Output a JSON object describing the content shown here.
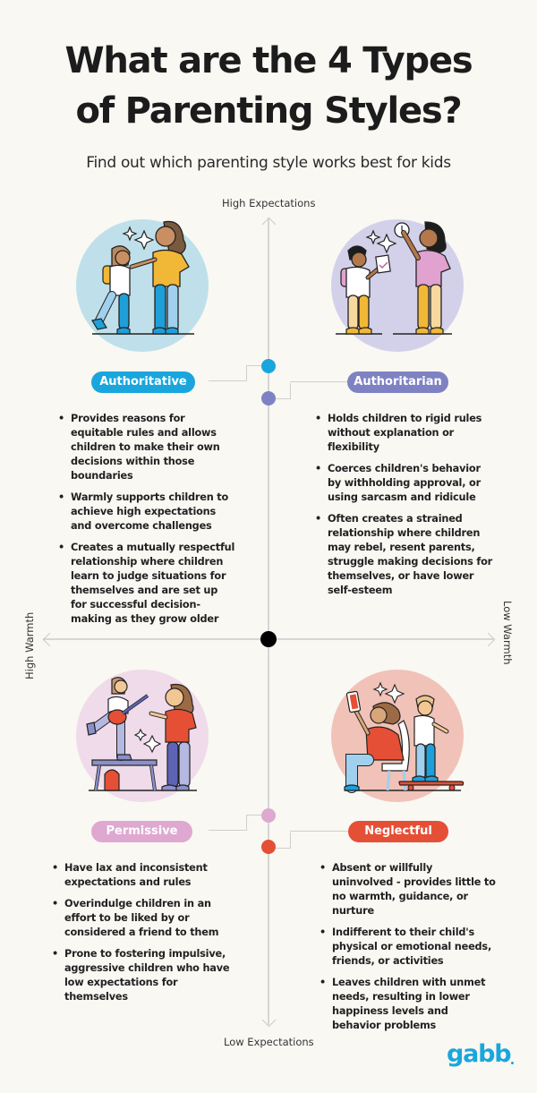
{
  "header": {
    "title_line1": "What are the 4 Types",
    "title_line2": "of Parenting Styles?",
    "subtitle": "Find out which parenting style works best for kids"
  },
  "axes": {
    "top": "High Expectations",
    "bottom": "Low Expectations",
    "left": "High  Warmth",
    "right": "Low  Warmth"
  },
  "colors": {
    "background": "#f9f8f3",
    "authoritative": "#1aa6dd",
    "authoritarian": "#7f82c2",
    "permissive": "#dfa8d0",
    "neglectful": "#e54f35",
    "authoritative_circle": "#bfe0ea",
    "authoritarian_circle": "#d3d1ea",
    "permissive_circle": "#efdbea",
    "neglectful_circle": "#f1c2b8",
    "brand": "#1aa6dd"
  },
  "styles": [
    {
      "name": "Authoritative",
      "illustration": "parent-hugging-child-icon",
      "points": [
        "Provides reasons for equitable rules and allows children to make their own decisions within those boundaries",
        "Warmly supports children to achieve high expectations and overcome challenges",
        "Creates a mutually respectful relationship where children learn to judge situations for themselves and are set up for successful decision-making as they grow older"
      ]
    },
    {
      "name": "Authoritarian",
      "illustration": "parent-holding-clock-icon",
      "points": [
        "Holds children to rigid rules without explanation or flexibility",
        "Coerces children's behavior by withholding approval, or using sarcasm and ridicule",
        "Often creates a strained relationship where children may rebel, resent parents, struggle making decisions for themselves, or have lower self-esteem"
      ]
    },
    {
      "name": "Permissive",
      "illustration": "child-playing-guitar-on-table-icon",
      "points": [
        "Have lax and inconsistent expectations and rules",
        "Overindulge children in an effort to be liked by or considered a friend to them",
        "Prone to fostering impulsive, aggressive children who have low expectations for themselves"
      ]
    },
    {
      "name": "Neglectful",
      "illustration": "parent-on-phone-child-skateboarding-icon",
      "points": [
        "Absent or willfully uninvolved - provides little to no warmth, guidance, or nurture",
        "Indifferent to their child's physical or emotional needs, friends, or activities",
        "Leaves children with unmet needs, resulting in lower happiness levels and behavior problems"
      ]
    }
  ],
  "footer": {
    "logo": "gabb"
  }
}
